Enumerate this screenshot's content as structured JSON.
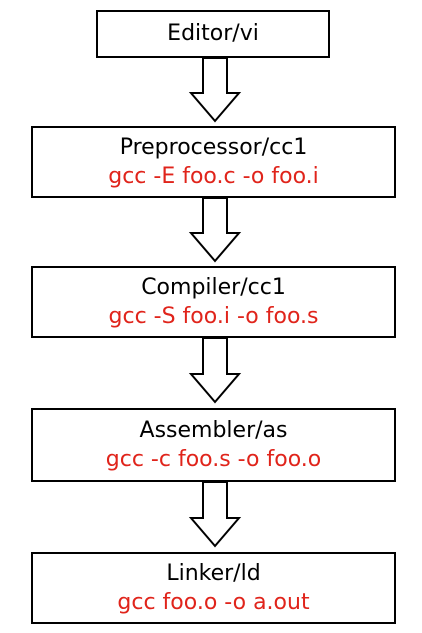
{
  "colors": {
    "command": "#e0241b",
    "border": "#000000"
  },
  "stages": [
    {
      "title": "Editor/vi",
      "command": ""
    },
    {
      "title": "Preprocessor/cc1",
      "command": "gcc -E foo.c -o foo.i"
    },
    {
      "title": "Compiler/cc1",
      "command": "gcc -S foo.i -o foo.s"
    },
    {
      "title": "Assembler/as",
      "command": "gcc -c foo.s -o foo.o"
    },
    {
      "title": "Linker/ld",
      "command": "gcc foo.o -o a.out"
    }
  ]
}
